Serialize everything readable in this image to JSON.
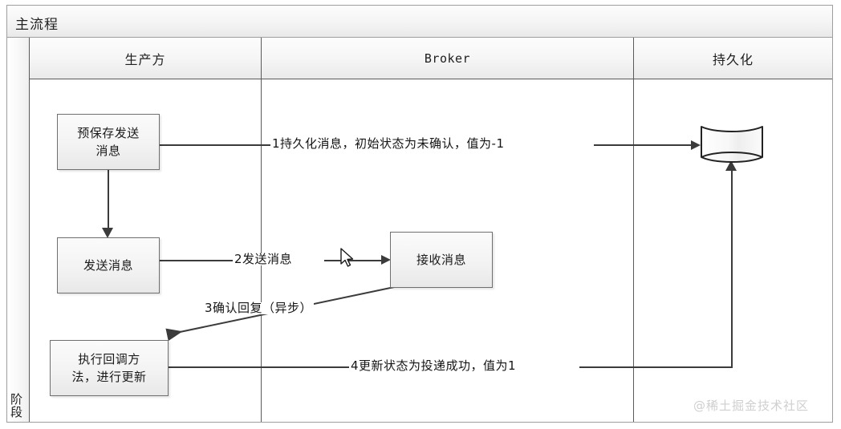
{
  "pool": {
    "title": "主流程",
    "phase_label": "阶段"
  },
  "lanes": [
    {
      "label": "生产方"
    },
    {
      "label": "Broker"
    },
    {
      "label": "持久化"
    }
  ],
  "nodes": [
    {
      "id": "pre-save",
      "label": "预保存发送\n消息"
    },
    {
      "id": "send",
      "label": "发送消息"
    },
    {
      "id": "receive",
      "label": "接收消息"
    },
    {
      "id": "callback",
      "label": "执行回调方\n法，进行更新"
    },
    {
      "id": "datastore",
      "label": ""
    }
  ],
  "edges": [
    {
      "id": "e1",
      "label": "1持久化消息，初始状态为未确认，值为-1"
    },
    {
      "id": "e2",
      "label": ""
    },
    {
      "id": "e3",
      "label": "2发送消息"
    },
    {
      "id": "e4",
      "label": "3确认回复（异步）"
    },
    {
      "id": "e5",
      "label": "4更新状态为投递成功，值为1"
    }
  ],
  "watermark": "@稀土掘金技术社区",
  "colors": {
    "frame_border": "#9e9e9e",
    "lane_border": "#5a5a5a",
    "node_border": "#6f6f6f",
    "connector": "#3b3b3b",
    "node_fill_top": "#fbfbfb",
    "node_fill_bottom": "#e8e8e8",
    "header_fill_bottom": "#eaeaea",
    "watermark_color": "#cfcfcf",
    "page_background": "#ffffff"
  }
}
